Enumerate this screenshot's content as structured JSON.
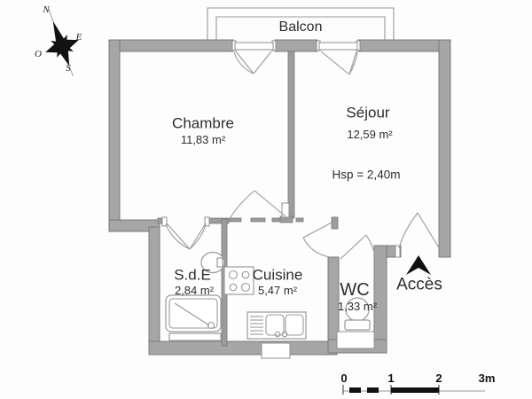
{
  "plan": {
    "balcony_label": "Balcon",
    "rooms": [
      {
        "id": "chambre",
        "name": "Chambre",
        "area": "11,83 m²"
      },
      {
        "id": "sejour",
        "name": "Séjour",
        "area": "12,59 m²",
        "note": "Hsp = 2,40m"
      },
      {
        "id": "sde",
        "name": "S.d.E",
        "area": "2,84 m²"
      },
      {
        "id": "cuisine",
        "name": "Cuisine",
        "area": "5,47 m²"
      },
      {
        "id": "wc",
        "name": "WC",
        "area": "1,33 m²"
      }
    ],
    "access_label": "Accès",
    "compass": {
      "north": "N",
      "east": "E",
      "south": "S",
      "west": "O"
    },
    "scale_bar": {
      "ticks": [
        "0",
        "1",
        "2",
        "3m"
      ]
    },
    "colors": {
      "wall_fill": "#a6a6a6",
      "wall_edge": "#7b7b7b",
      "fixture_line": "#9a9a9a",
      "text": "#2d2d2d",
      "accent_black": "#111111",
      "background": "#fdfdfd"
    }
  }
}
